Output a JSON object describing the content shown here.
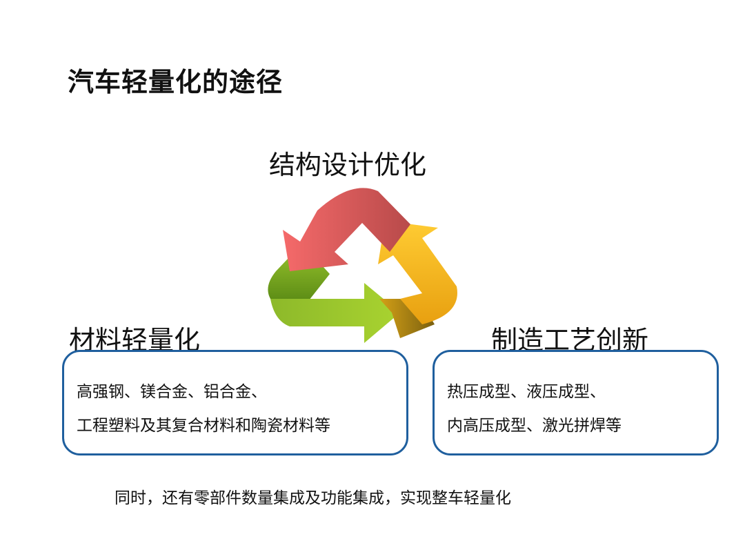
{
  "title": "汽车轻量化的途径",
  "cycle": {
    "top_label": "结构设计优化",
    "left_label": "材料轻量化",
    "right_label": "制造工艺创新",
    "colors": {
      "red": "#f05a5a",
      "yellow": "#ffc21a",
      "green": "#9ccc2a",
      "border": "#1f5f9e"
    }
  },
  "left_box": {
    "line1": "高强钢、镁合金、铝合金、",
    "line2": "工程塑料及其复合材料和陶瓷材料等"
  },
  "right_box": {
    "line1": "热压成型、液压成型、",
    "line2": "内高压成型、激光拼焊等"
  },
  "footer": "同时，还有零部件数量集成及功能集成，实现整车轻量化"
}
